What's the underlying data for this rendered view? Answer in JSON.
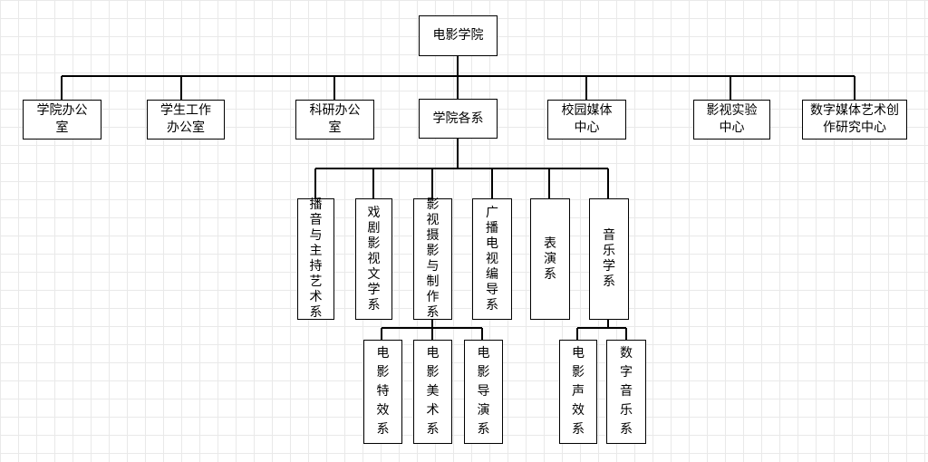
{
  "diagram": {
    "root": "电影学院",
    "departments": [
      "学院办公室",
      "学生工作办公室",
      "科研办公室",
      "学院各系",
      "校园媒体中心",
      "影视实验中心",
      "数字媒体艺术创作研究中心"
    ],
    "faculties": [
      "播音与主持艺术系",
      "戏剧影视文学系",
      "影视摄影与制作系",
      "广播电视编导系",
      "表演系",
      "音乐学系"
    ],
    "sub_photography": [
      "电影特效系",
      "电影美术系",
      "电影导演系"
    ],
    "sub_music": [
      "电影声效系",
      "数字音乐系"
    ]
  }
}
